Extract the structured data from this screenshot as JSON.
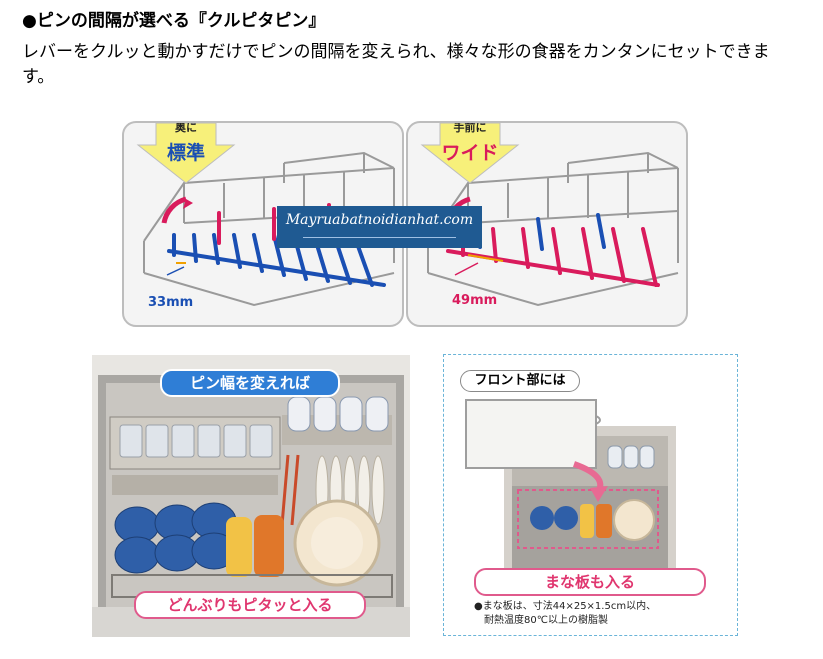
{
  "heading": "●ピンの間隔が選べる『クルピタピン』",
  "body": "レバーをクルッと動かすだけでピンの間隔を変えられ、様々な形の食器をカンタンにセットできます。",
  "panel_standard": {
    "arrow_small": "レバーを\n奥に",
    "arrow_big": "標準",
    "dimension": "33mm",
    "accent_color": "#1a4fb3"
  },
  "panel_wide": {
    "arrow_small": "レバーを\n手前に",
    "arrow_big": "ワイド",
    "dimension": "49mm",
    "accent_color": "#d91b5c"
  },
  "watermark": "Mayruabatnoidianhat.com",
  "photo_main": {
    "top_label": "ピン幅を変えれば",
    "bottom_label": "どんぶりもピタッと入る"
  },
  "photo_front": {
    "top_label": "フロント部には",
    "bottom_label": "まな板も入る",
    "note_line1": "●まな板は、寸法44×25×1.5cm以内、",
    "note_line2": "耐熱温度80℃以上の樹脂製"
  }
}
